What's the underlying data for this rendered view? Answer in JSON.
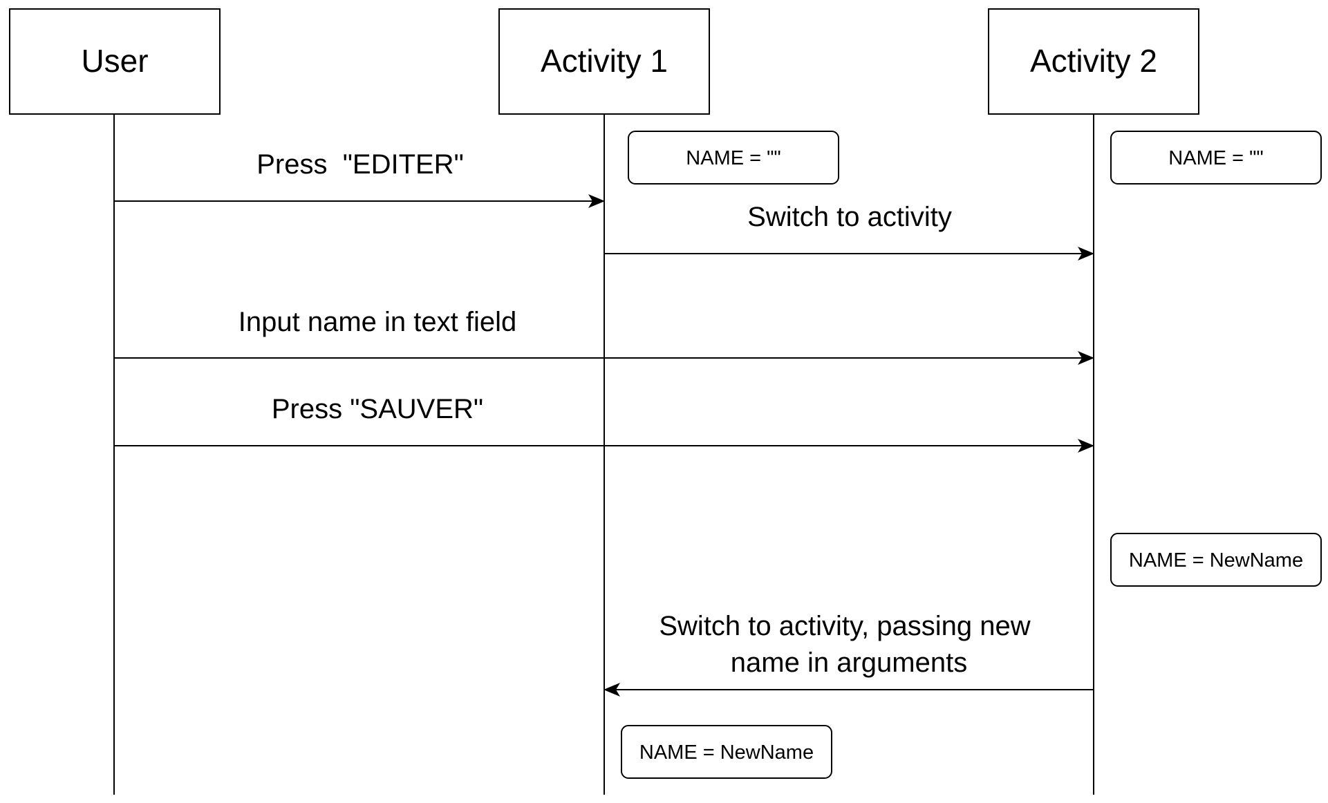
{
  "participants": [
    {
      "id": "user",
      "label": "User"
    },
    {
      "id": "activity1",
      "label": "Activity 1"
    },
    {
      "id": "activity2",
      "label": "Activity 2"
    }
  ],
  "messages": [
    {
      "from": "user",
      "to": "activity1",
      "lines": [
        "Press  \"EDITER\""
      ]
    },
    {
      "from": "activity1",
      "to": "activity2",
      "lines": [
        "Switch to activity"
      ]
    },
    {
      "from": "user",
      "to": "activity2",
      "lines": [
        "Input name in text field"
      ]
    },
    {
      "from": "user",
      "to": "activity2",
      "lines": [
        "Press \"SAUVER\""
      ]
    },
    {
      "from": "activity2",
      "to": "activity1",
      "lines": [
        "Switch to activity, passing new",
        "name in arguments"
      ]
    }
  ],
  "notes": [
    {
      "participant": "activity1",
      "text": "NAME = \"\""
    },
    {
      "participant": "activity2",
      "text": "NAME = \"\""
    },
    {
      "participant": "activity2",
      "text": "NAME = NewName"
    },
    {
      "participant": "activity1",
      "text": "NAME = NewName"
    }
  ],
  "colors": {
    "stroke": "#000000",
    "background": "#ffffff"
  }
}
